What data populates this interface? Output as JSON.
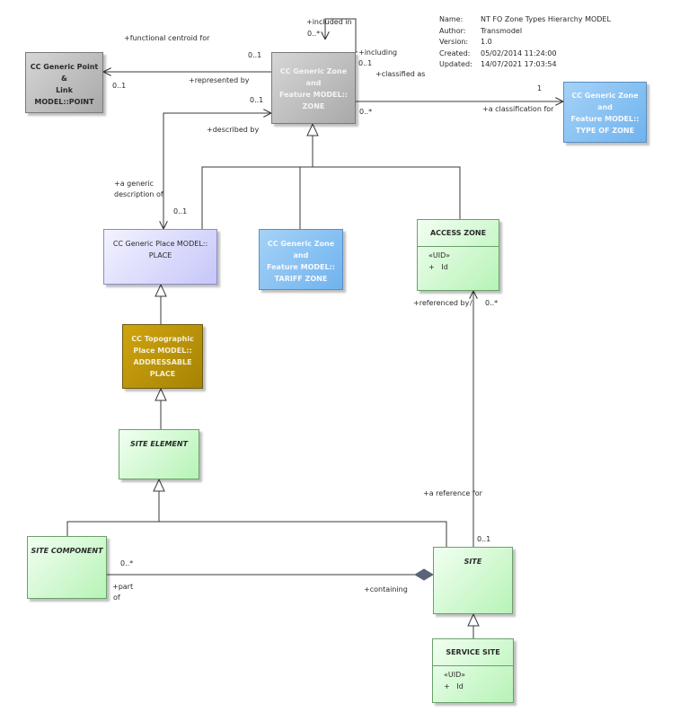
{
  "meta": [
    {
      "key": "Name:",
      "value": "NT FO Zone Types Hierarchy MODEL"
    },
    {
      "key": "Author:",
      "value": "Transmodel"
    },
    {
      "key": "Version:",
      "value": "1.0"
    },
    {
      "key": "Created:",
      "value": "05/02/2014 11:24:00"
    },
    {
      "key": "Updated:",
      "value": "14/07/2021 17:03:54"
    }
  ],
  "classes": {
    "point": {
      "line1": "CC Generic Point &",
      "line2": "Link MODEL::POINT"
    },
    "zone": {
      "line1": "CC Generic Zone and",
      "line2": "Feature MODEL::",
      "line3": "ZONE"
    },
    "type_of_zone": {
      "line1": "CC Generic Zone and",
      "line2": "Feature MODEL::",
      "line3": "TYPE OF ZONE"
    },
    "place": {
      "line1": "CC Generic Place MODEL::",
      "line2": "PLACE"
    },
    "tariff_zone": {
      "line1": "CC Generic Zone and",
      "line2": "Feature MODEL::",
      "line3": "TARIFF ZONE"
    },
    "access_zone": {
      "name": "ACCESS ZONE",
      "stereotype": "«UID»",
      "attr_vis": "+",
      "attr_name": "Id"
    },
    "addressable_place": {
      "line1": "CC Topographic",
      "line2": "Place MODEL::",
      "line3": "ADDRESSABLE",
      "line4": "PLACE"
    },
    "site_element": {
      "name": "SITE ELEMENT"
    },
    "site_component": {
      "name": "SITE COMPONENT"
    },
    "site": {
      "name": "SITE"
    },
    "service_site": {
      "name": "SERVICE SITE",
      "stereotype": "«UID»",
      "attr_vis": "+",
      "attr_name": "Id"
    }
  },
  "labels": {
    "included_in": "+included in",
    "self_mult_top": "0..*",
    "including": "+including",
    "self_mult_right": "0..1",
    "classified_as": "+classified as",
    "functional_centroid": "+functional centroid for",
    "point_zone_mult": "0..1",
    "point_mult": "0..1",
    "represented_by": "+represented by",
    "described_zone_mult": "0..1",
    "described_by": "+described by",
    "type_mult_zone": "0..*",
    "type_mult_1": "1",
    "a_classification_for": "+a classification for",
    "a_generic": "+a generic",
    "description_of": "description of",
    "place_mult": "0..1",
    "referenced_by": "+referenced by",
    "ref_mult": "0..*",
    "a_reference_for": "+a reference for",
    "site_ref_mult": "0..1",
    "comp_mult": "0..*",
    "part": "+part",
    "of": "of",
    "containing": "+containing"
  },
  "colors": {
    "line": "#3a3a3a",
    "grey_class": "#b8b8b8",
    "blue_class": "#84c0f2",
    "lavender_class": "#d8d8fc",
    "olive_class": "#b8920a",
    "green_class": "#c8f6c8"
  }
}
